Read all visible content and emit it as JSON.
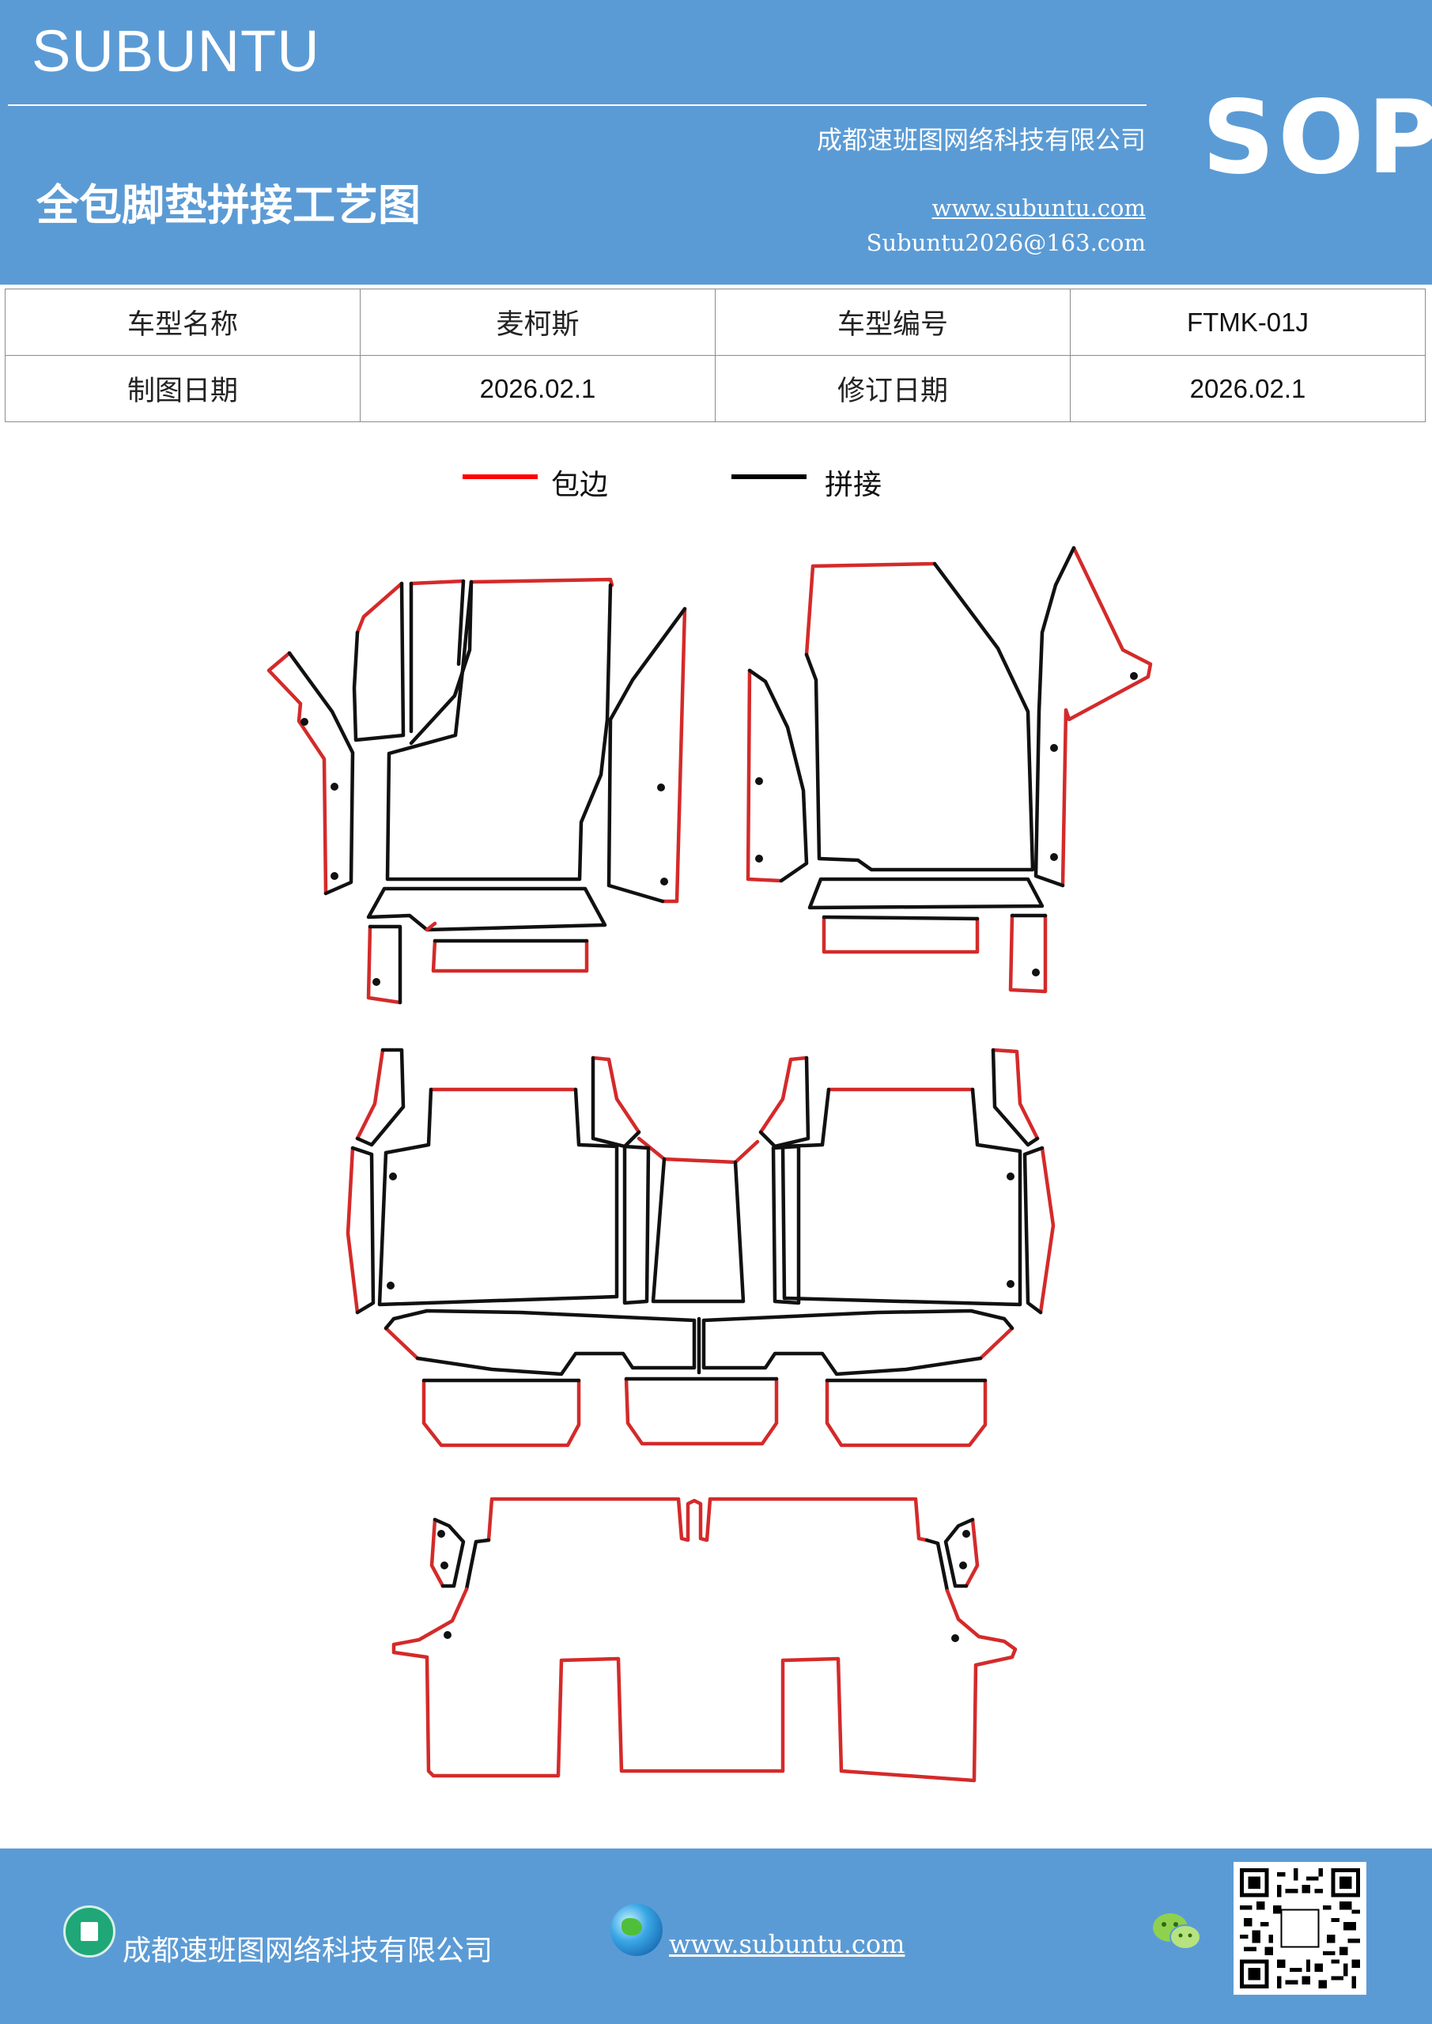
{
  "header": {
    "brand": "SUBUNTU",
    "company": "成都速班图网络科技有限公司",
    "title": "全包脚垫拼接工艺图",
    "website": "www.subuntu.com",
    "email": "Subuntu2026@163.com",
    "badge": "SOP"
  },
  "info_table": {
    "rows": [
      [
        {
          "text": "车型名称",
          "kind": "label"
        },
        {
          "text": "麦柯斯",
          "kind": "label"
        },
        {
          "text": "车型编号",
          "kind": "label"
        },
        {
          "text": "FTMK-01J",
          "kind": "value"
        }
      ],
      [
        {
          "text": "制图日期",
          "kind": "label"
        },
        {
          "text": "2026.02.1",
          "kind": "value"
        },
        {
          "text": "修订日期",
          "kind": "label"
        },
        {
          "text": "2026.02.1",
          "kind": "value"
        }
      ]
    ]
  },
  "legend": {
    "red_label": "包边",
    "black_label": "拼接",
    "red_color": "#ff0000",
    "black_color": "#000000"
  },
  "colors": {
    "header_bg": "#5b9bd5",
    "edge_red": "#d42a2a",
    "seam_black": "#111111"
  },
  "footer": {
    "company": "成都速班图网络科技有限公司",
    "website": "www.subuntu.com ",
    "company_icon": "building-icon",
    "web_icon": "globe-icon",
    "wechat_icon": "wechat-icon",
    "qr": "qr-code"
  }
}
